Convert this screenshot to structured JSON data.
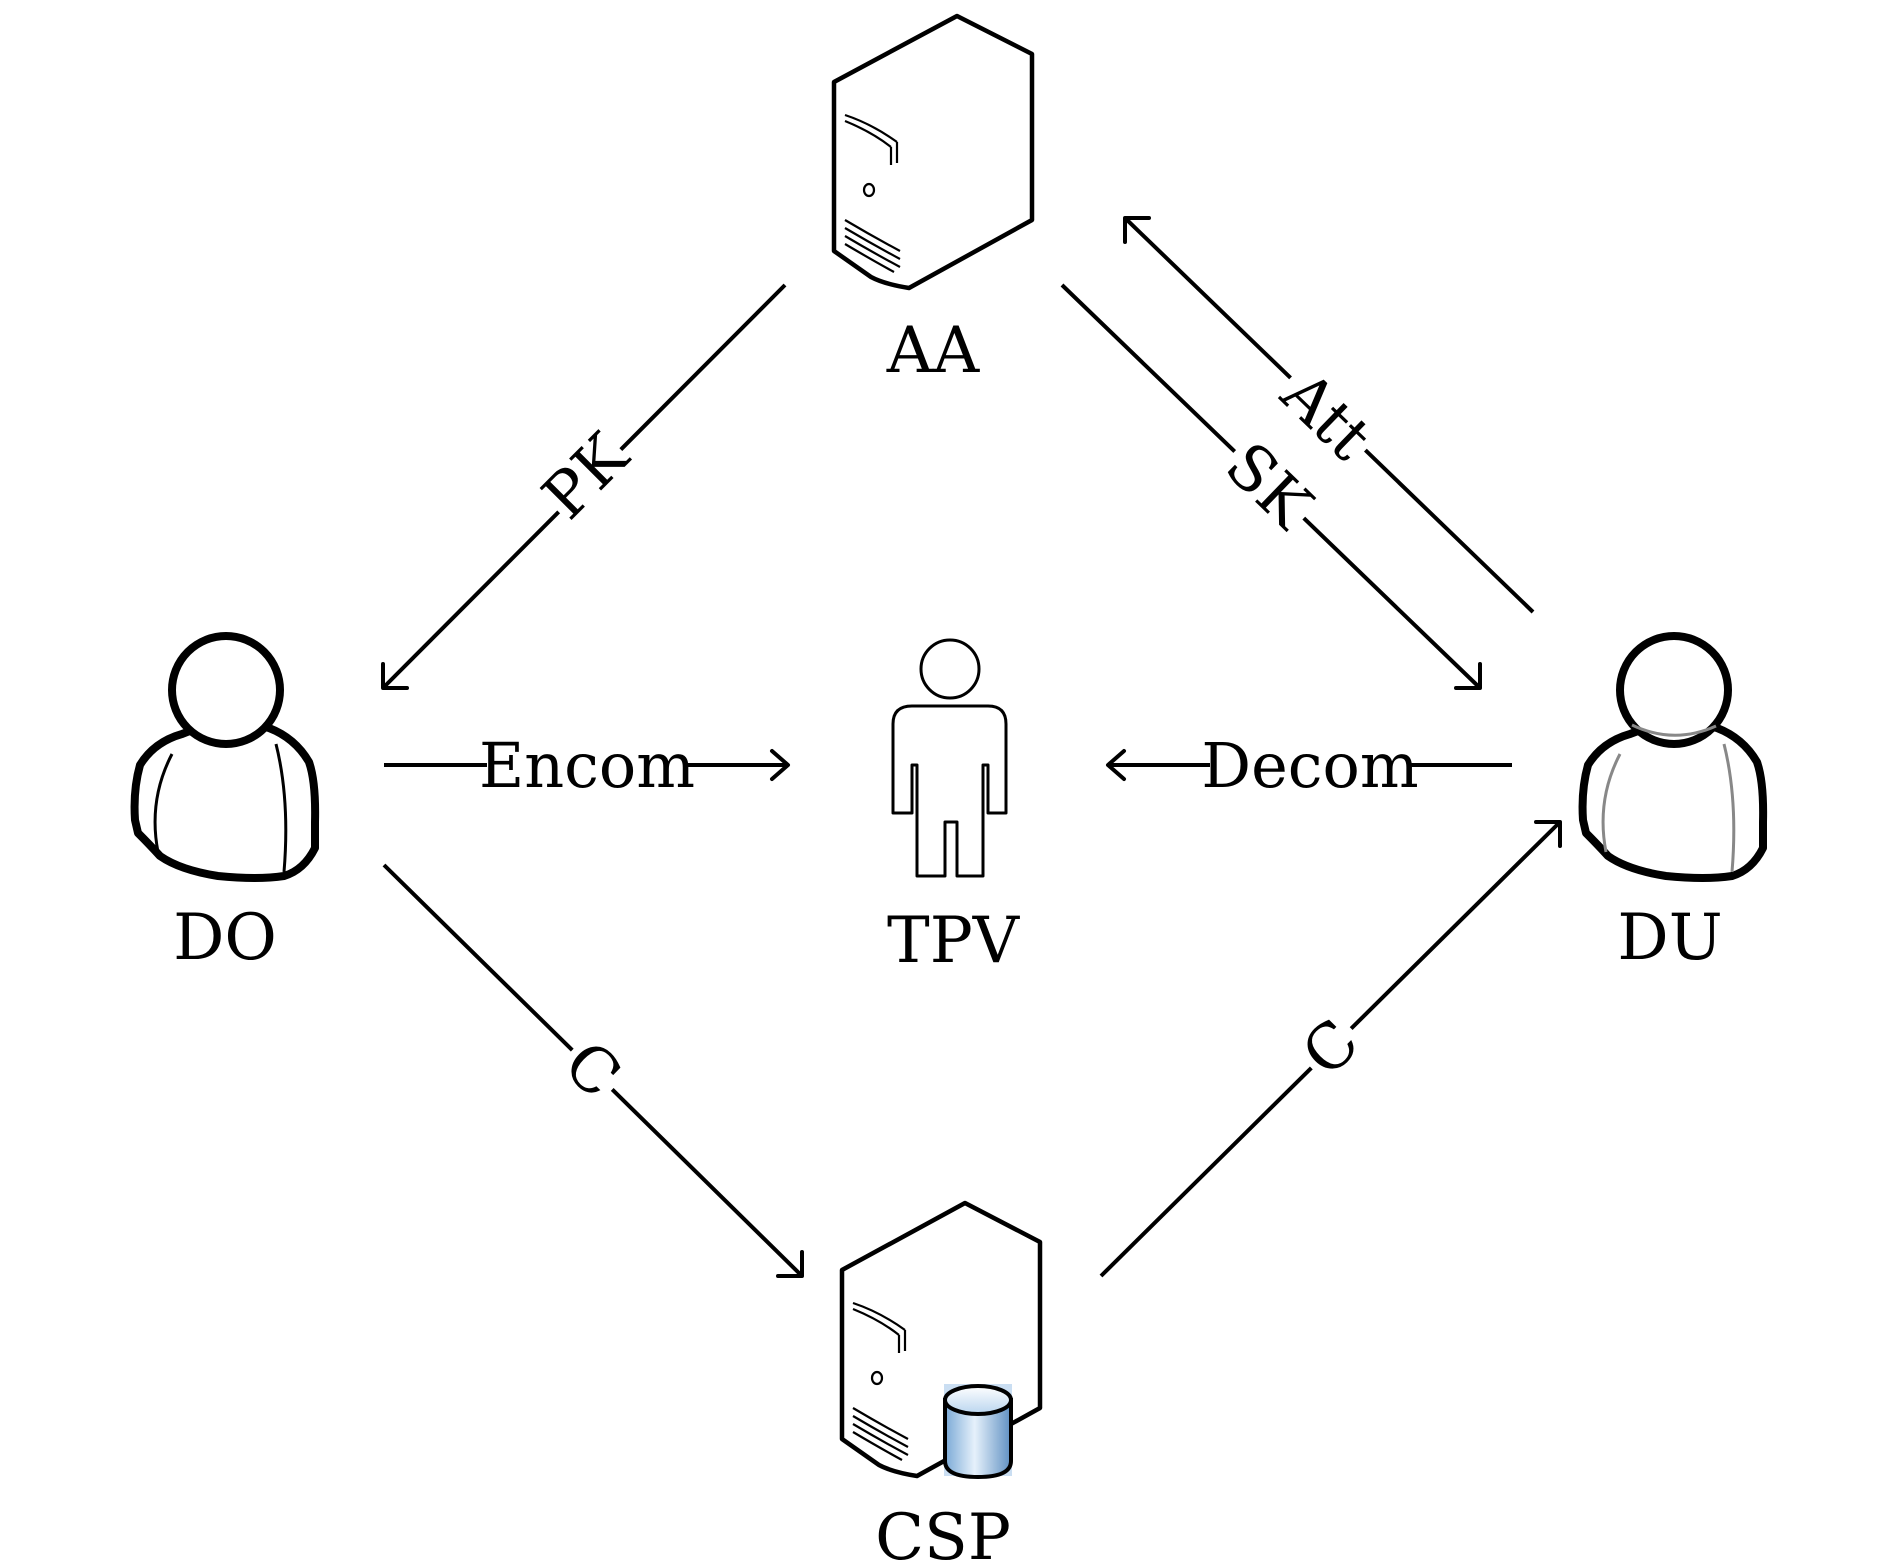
{
  "nodes": {
    "aa": {
      "label": "AA",
      "icon": "server-icon"
    },
    "do": {
      "label": "DO",
      "icon": "user-icon"
    },
    "tpv": {
      "label": "TPV",
      "icon": "person-icon",
      "label_color": "#3f1a16"
    },
    "du": {
      "label": "DU",
      "icon": "user-icon"
    },
    "csp": {
      "label": "CSP",
      "icon": "server-database-icon"
    }
  },
  "edges": {
    "aa_to_do": {
      "label": "PK"
    },
    "aa_to_du": {
      "label": "SK"
    },
    "du_to_aa": {
      "label": "Att"
    },
    "do_to_tpv": {
      "label": "Encom"
    },
    "du_to_tpv": {
      "label": "Decom"
    },
    "do_to_csp": {
      "label": "C"
    },
    "csp_to_du": {
      "label": "C"
    }
  },
  "colors": {
    "stroke": "#000000",
    "background": "#ffffff",
    "tpv_label": "#3f1a16",
    "du_fold": "#888888",
    "database_light": "#dcecf8",
    "database_dark": "#6f9fcf",
    "database_highlight": "#9fc3e8"
  }
}
